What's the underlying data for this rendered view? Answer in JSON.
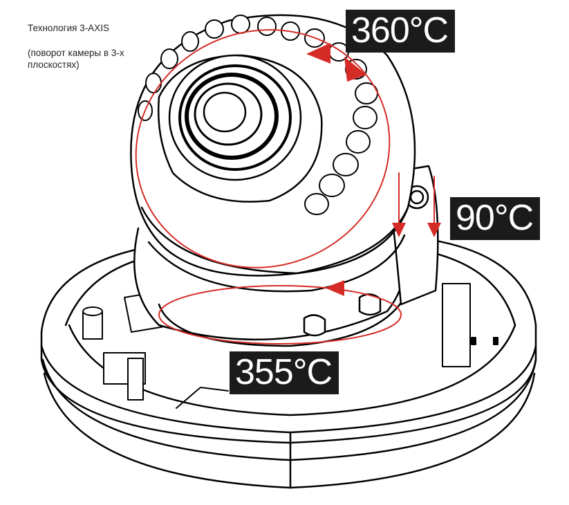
{
  "caption": {
    "title": "Технология 3-AXIS",
    "note": "(поворот камеры в 3-х плоскостях)"
  },
  "labels": {
    "pan": "360°C",
    "tilt": "90°C",
    "rotate": "355°C"
  },
  "colors": {
    "line_art": "#000000",
    "arrow": "#d52b26",
    "label_bg": "#1b1b1b",
    "label_text": "#ffffff"
  }
}
